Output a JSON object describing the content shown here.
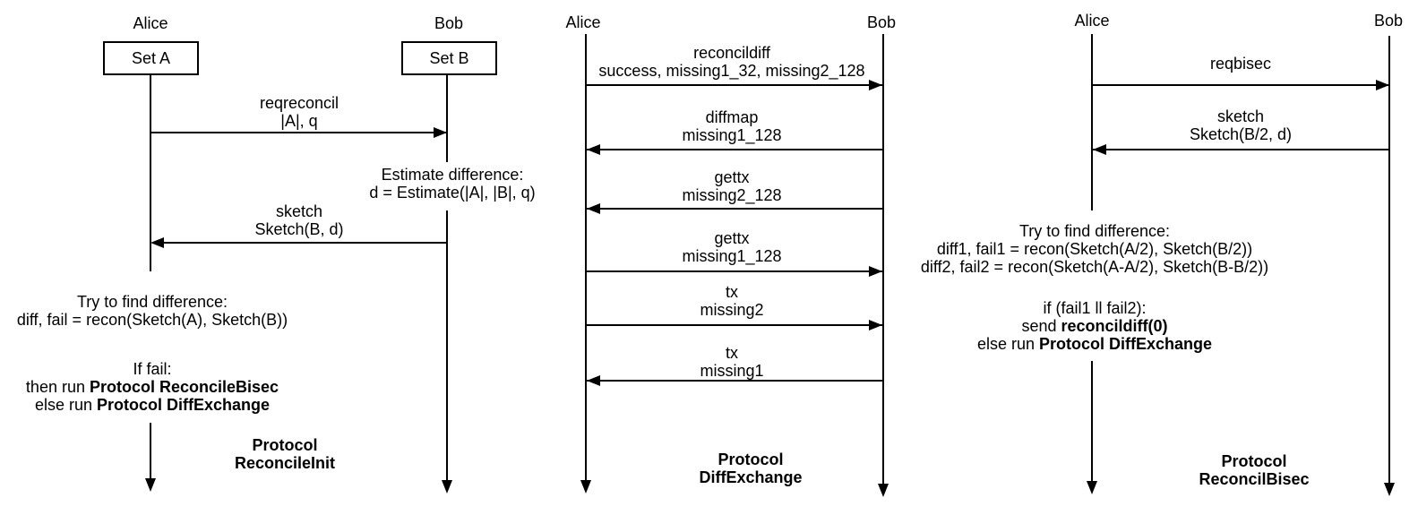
{
  "colors": {
    "background": "#ffffff",
    "ink": "#000000"
  },
  "panel1": {
    "alice": {
      "label": "Alice",
      "box": "Set A"
    },
    "bob": {
      "label": "Bob",
      "box": "Set B"
    },
    "msg1": {
      "line1": "reqreconcil",
      "line2": "|A|, q"
    },
    "note_estimate": {
      "line1": "Estimate difference:",
      "line2": "d = Estimate(|A|, |B|, q)"
    },
    "msg2": {
      "line1": "sketch",
      "line2": "Sketch(B, d)"
    },
    "note_try": {
      "line1": "Try to find difference:",
      "line2": "diff, fail = recon(Sketch(A), Sketch(B))"
    },
    "note_fail": {
      "line1": "If fail:",
      "line2_pre": "then run ",
      "line2_bold": "Protocol ReconcileBisec",
      "line3_pre": "else run ",
      "line3_bold": "Protocol DiffExchange"
    },
    "protocol": {
      "line1": "Protocol",
      "line2": "ReconcileInit"
    }
  },
  "panel2": {
    "alice": {
      "label": "Alice"
    },
    "bob": {
      "label": "Bob"
    },
    "msg1": {
      "line1": "reconcildiff",
      "line2": "success, missing1_32, missing2_128"
    },
    "msg2": {
      "line1": "diffmap",
      "line2": "missing1_128"
    },
    "msg3": {
      "line1": "gettx",
      "line2": "missing2_128"
    },
    "msg4": {
      "line1": "gettx",
      "line2": "missing1_128"
    },
    "msg5": {
      "line1": "tx",
      "line2": "missing2"
    },
    "msg6": {
      "line1": "tx",
      "line2": "missing1"
    },
    "protocol": {
      "line1": "Protocol",
      "line2": "DiffExchange"
    }
  },
  "panel3": {
    "alice": {
      "label": "Alice"
    },
    "bob": {
      "label": "Bob"
    },
    "msg1": {
      "line1": "reqbisec"
    },
    "msg2": {
      "line1": "sketch",
      "line2": "Sketch(B/2, d)"
    },
    "note_try": {
      "line1": "Try to find difference:",
      "line2": "diff1, fail1 = recon(Sketch(A/2), Sketch(B/2))",
      "line3": "diff2, fail2 = recon(Sketch(A-A/2), Sketch(B-B/2))"
    },
    "note_fail": {
      "line1": "if (fail1 ll fail2):",
      "line2_pre": "send ",
      "line2_bold": "reconcildiff(0)",
      "line3_pre": "else run ",
      "line3_bold": "Protocol DiffExchange"
    },
    "protocol": {
      "line1": "Protocol",
      "line2": "ReconcilBisec"
    }
  }
}
